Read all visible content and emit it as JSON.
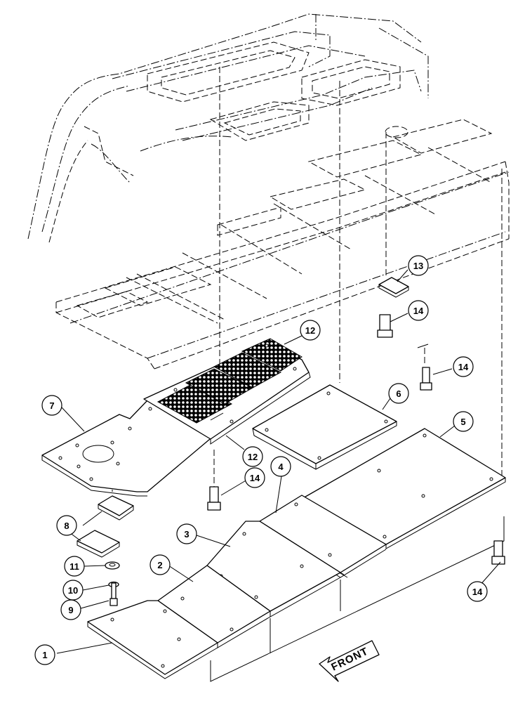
{
  "diagram": {
    "callouts": [
      {
        "id": "c1",
        "label": "1"
      },
      {
        "id": "c2",
        "label": "2"
      },
      {
        "id": "c3",
        "label": "3"
      },
      {
        "id": "c4",
        "label": "4"
      },
      {
        "id": "c5",
        "label": "5"
      },
      {
        "id": "c6",
        "label": "6"
      },
      {
        "id": "c7",
        "label": "7"
      },
      {
        "id": "c8",
        "label": "8"
      },
      {
        "id": "c9",
        "label": "9"
      },
      {
        "id": "c10",
        "label": "10"
      },
      {
        "id": "c11",
        "label": "11"
      },
      {
        "id": "c12a",
        "label": "12"
      },
      {
        "id": "c12b",
        "label": "12"
      },
      {
        "id": "c13",
        "label": "13"
      },
      {
        "id": "c14a",
        "label": "14"
      },
      {
        "id": "c14b",
        "label": "14"
      },
      {
        "id": "c14c",
        "label": "14"
      },
      {
        "id": "c14d",
        "label": "14"
      }
    ],
    "front_arrow_label": "FRONT"
  }
}
